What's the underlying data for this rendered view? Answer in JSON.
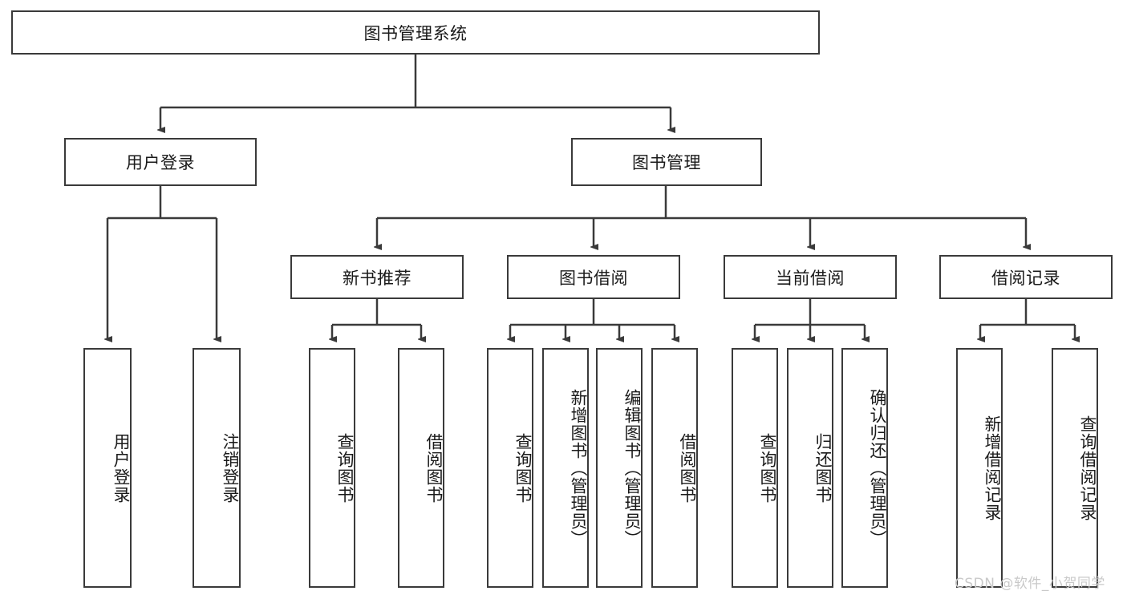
{
  "diagram": {
    "type": "hierarchy-tree",
    "title": "图书管理系统",
    "root": {
      "id": "root",
      "label": "图书管理系统",
      "orientation": "horizontal"
    },
    "level2": [
      {
        "id": "user-login",
        "label": "用户登录",
        "orientation": "horizontal"
      },
      {
        "id": "book-manage",
        "label": "图书管理",
        "orientation": "horizontal"
      }
    ],
    "level3": [
      {
        "id": "new-book-recommend",
        "label": "新书推荐",
        "orientation": "horizontal",
        "parent": "book-manage"
      },
      {
        "id": "book-borrow",
        "label": "图书借阅",
        "orientation": "horizontal",
        "parent": "book-manage"
      },
      {
        "id": "current-borrow",
        "label": "当前借阅",
        "orientation": "horizontal",
        "parent": "book-manage"
      },
      {
        "id": "borrow-record",
        "label": "借阅记录",
        "orientation": "horizontal",
        "parent": "book-manage"
      }
    ],
    "leaves": [
      {
        "id": "leaf-user-login",
        "label": "用户登录",
        "parent": "user-login",
        "orientation": "vertical"
      },
      {
        "id": "leaf-user-logout",
        "label": "注销登录",
        "parent": "user-login",
        "orientation": "vertical"
      },
      {
        "id": "leaf-query-book-1",
        "label": "查询图书",
        "parent": "new-book-recommend",
        "orientation": "vertical"
      },
      {
        "id": "leaf-borrow-book-1",
        "label": "借阅图书",
        "parent": "new-book-recommend",
        "orientation": "vertical"
      },
      {
        "id": "leaf-query-book-2",
        "label": "查询图书",
        "parent": "book-borrow",
        "orientation": "vertical"
      },
      {
        "id": "leaf-add-book",
        "label": "新增图书（管理员）",
        "parent": "book-borrow",
        "orientation": "vertical"
      },
      {
        "id": "leaf-edit-book",
        "label": "编辑图书（管理员）",
        "parent": "book-borrow",
        "orientation": "vertical"
      },
      {
        "id": "leaf-borrow-book-2",
        "label": "借阅图书",
        "parent": "book-borrow",
        "orientation": "vertical"
      },
      {
        "id": "leaf-query-book-3",
        "label": "查询图书",
        "parent": "current-borrow",
        "orientation": "vertical"
      },
      {
        "id": "leaf-return-book",
        "label": "归还图书",
        "parent": "current-borrow",
        "orientation": "vertical"
      },
      {
        "id": "leaf-confirm-return",
        "label": "确认归还（管理员）",
        "parent": "current-borrow",
        "orientation": "vertical"
      },
      {
        "id": "leaf-add-record",
        "label": "新增借阅记录",
        "parent": "borrow-record",
        "orientation": "vertical"
      },
      {
        "id": "leaf-query-record",
        "label": "查询借阅记录",
        "parent": "borrow-record",
        "orientation": "vertical"
      }
    ],
    "colors": {
      "stroke": "#3a3a3a",
      "fill": "#ffffff",
      "text": "#1a1a1a",
      "watermark": "#c9c9c9"
    }
  },
  "watermark": {
    "text": "CSDN @软件_小贺同学"
  }
}
